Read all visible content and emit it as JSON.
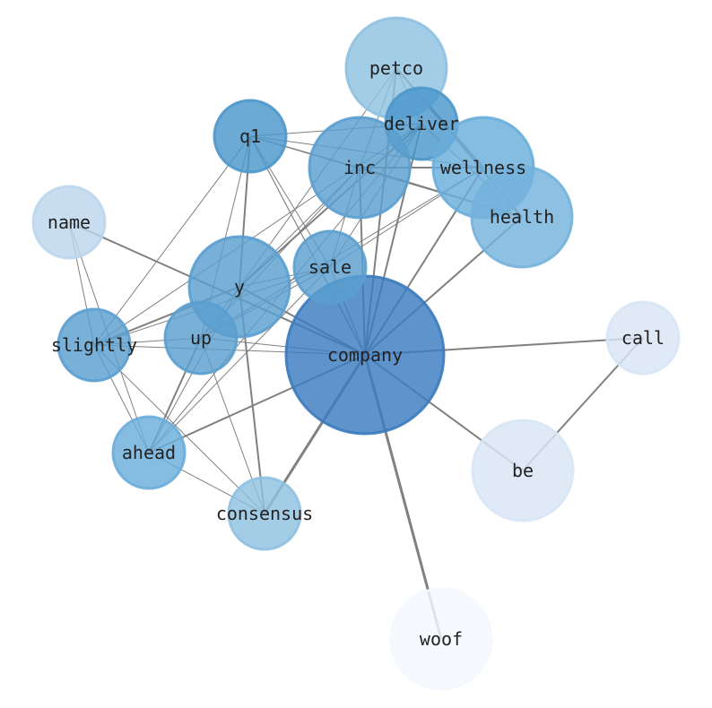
{
  "chart_data": {
    "type": "network",
    "nodes": [
      {
        "id": "company",
        "size": 3,
        "color": "#3a7bbf"
      },
      {
        "id": "petco",
        "size": 2,
        "color": "#8fc1e0"
      },
      {
        "id": "deliver",
        "size": 1,
        "color": "#4b97cc"
      },
      {
        "id": "q1",
        "size": 1,
        "color": "#4b97cc"
      },
      {
        "id": "inc",
        "size": 2,
        "color": "#5a9fd0"
      },
      {
        "id": "wellness",
        "size": 2,
        "color": "#6aaddb"
      },
      {
        "id": "health",
        "size": 2,
        "color": "#74b2dc"
      },
      {
        "id": "name",
        "size": 1,
        "color": "#bcd6ec"
      },
      {
        "id": "y",
        "size": 2,
        "color": "#5a9fd0"
      },
      {
        "id": "sale",
        "size": 1,
        "color": "#5a9fd0"
      },
      {
        "id": "slightly",
        "size": 1,
        "color": "#5a9fd0"
      },
      {
        "id": "up",
        "size": 1,
        "color": "#5a9fd0"
      },
      {
        "id": "call",
        "size": 1,
        "color": "#d8e5f4"
      },
      {
        "id": "be",
        "size": 2,
        "color": "#d8e5f4"
      },
      {
        "id": "ahead",
        "size": 1,
        "color": "#6aaddb"
      },
      {
        "id": "consensus",
        "size": 1,
        "color": "#8fc1e0"
      },
      {
        "id": "woof",
        "size": 2,
        "color": "#f4f8fe"
      }
    ],
    "edges": [
      [
        "company",
        "name",
        2
      ],
      [
        "company",
        "y",
        2
      ],
      [
        "company",
        "sale",
        1
      ],
      [
        "company",
        "up",
        1
      ],
      [
        "company",
        "slightly",
        1
      ],
      [
        "company",
        "q1",
        1
      ],
      [
        "company",
        "inc",
        2
      ],
      [
        "company",
        "deliver",
        2
      ],
      [
        "company",
        "petco",
        2
      ],
      [
        "company",
        "wellness",
        2
      ],
      [
        "company",
        "health",
        2
      ],
      [
        "company",
        "call",
        2
      ],
      [
        "company",
        "be",
        2
      ],
      [
        "company",
        "woof",
        3
      ],
      [
        "company",
        "ahead",
        2
      ],
      [
        "company",
        "consensus",
        3
      ],
      [
        "petco",
        "deliver",
        1
      ],
      [
        "petco",
        "wellness",
        2
      ],
      [
        "petco",
        "health",
        2
      ],
      [
        "petco",
        "y",
        1
      ],
      [
        "petco",
        "inc",
        1
      ],
      [
        "deliver",
        "q1",
        1
      ],
      [
        "deliver",
        "y",
        2
      ],
      [
        "deliver",
        "ahead",
        1
      ],
      [
        "deliver",
        "sale",
        1
      ],
      [
        "deliver",
        "health",
        1
      ],
      [
        "deliver",
        "slightly",
        1
      ],
      [
        "inc",
        "q1",
        1
      ],
      [
        "inc",
        "wellness",
        2
      ],
      [
        "inc",
        "health",
        2
      ],
      [
        "inc",
        "y",
        1
      ],
      [
        "inc",
        "sale",
        1
      ],
      [
        "inc",
        "up",
        1
      ],
      [
        "q1",
        "y",
        2
      ],
      [
        "q1",
        "up",
        1
      ],
      [
        "q1",
        "slightly",
        1
      ],
      [
        "q1",
        "sale",
        1
      ],
      [
        "q1",
        "wellness",
        1
      ],
      [
        "q1",
        "health",
        1
      ],
      [
        "q1",
        "company",
        1
      ],
      [
        "y",
        "slightly",
        2
      ],
      [
        "y",
        "sale",
        1
      ],
      [
        "y",
        "consensus",
        2
      ],
      [
        "y",
        "ahead",
        1
      ],
      [
        "y",
        "up",
        1
      ],
      [
        "wellness",
        "up",
        1
      ],
      [
        "wellness",
        "sale",
        1
      ],
      [
        "slightly",
        "name",
        1
      ],
      [
        "slightly",
        "ahead",
        1
      ],
      [
        "slightly",
        "consensus",
        1
      ],
      [
        "slightly",
        "sale",
        1
      ],
      [
        "slightly",
        "up",
        1
      ],
      [
        "name",
        "ahead",
        1
      ],
      [
        "ahead",
        "up",
        2
      ],
      [
        "ahead",
        "consensus",
        1
      ],
      [
        "ahead",
        "sale",
        1
      ],
      [
        "up",
        "consensus",
        1
      ],
      [
        "up",
        "sale",
        1
      ],
      [
        "call",
        "be",
        2
      ]
    ]
  }
}
